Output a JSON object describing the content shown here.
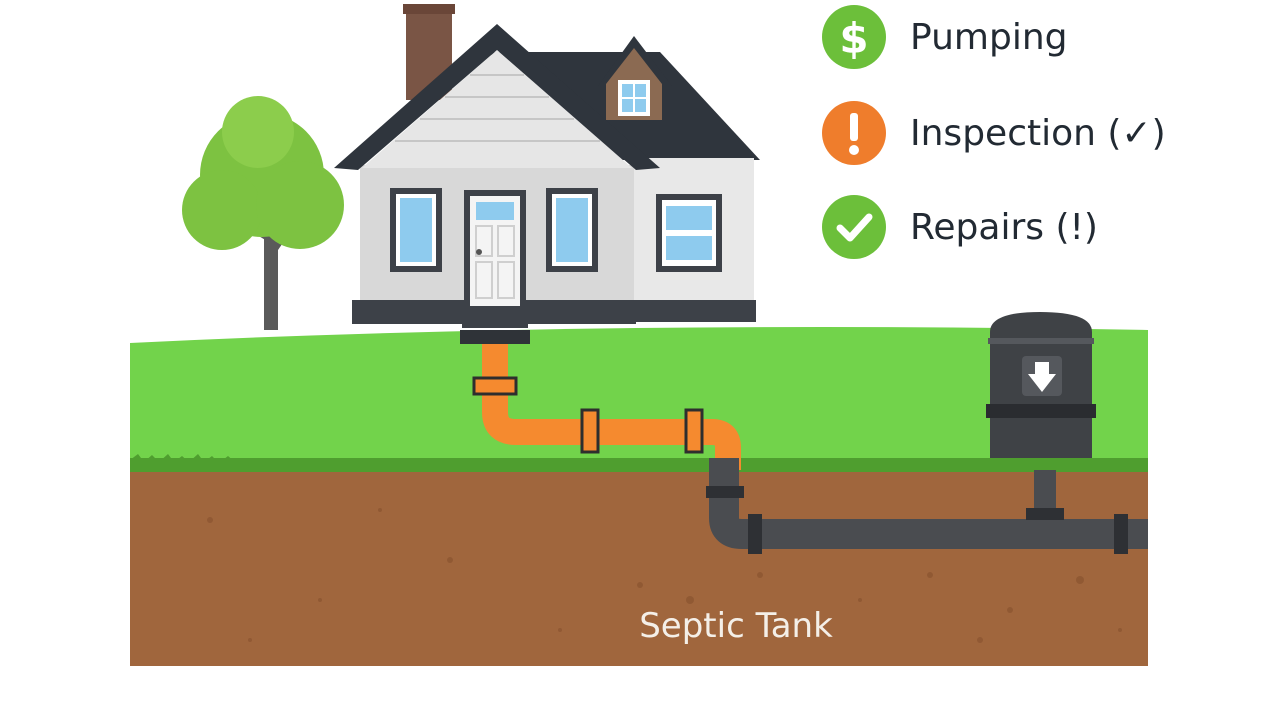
{
  "legend": {
    "items": [
      {
        "label": "Pumping",
        "icon": "dollar-icon",
        "color": "#6cbf3a"
      },
      {
        "label": "Inspection (✓)",
        "icon": "exclamation-icon",
        "color": "#ef7d2c"
      },
      {
        "label": "Repairs (!)",
        "icon": "checkmark-icon",
        "color": "#6cbf3a"
      }
    ]
  },
  "caption": "Septic Tank",
  "colors": {
    "grass": "#72d34b",
    "soil": "#a0663d",
    "pipe_orange": "#f58a2f",
    "pipe_dark": "#4a4c50",
    "roof": "#2f353d",
    "tank": "#3f4246"
  }
}
